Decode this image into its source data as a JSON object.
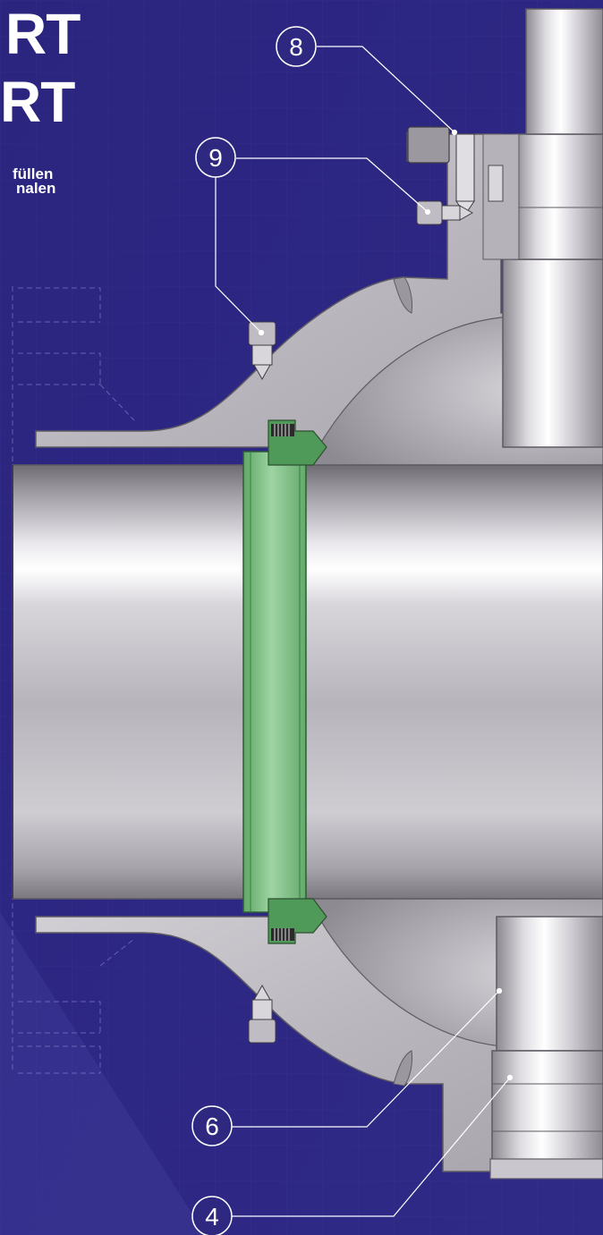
{
  "header": {
    "title_lines": [
      "RT",
      "RT"
    ],
    "subtitle_lines": [
      "füllen",
      "nalen"
    ]
  },
  "callouts": [
    {
      "number": "8"
    },
    {
      "number": "9"
    },
    {
      "number": "6"
    },
    {
      "number": "4"
    }
  ],
  "colors": {
    "background": "#2e2880",
    "background_dark": "#241f6e",
    "background_light": "#3a3496",
    "metal_light": "#e6e4e8",
    "metal_mid": "#bdbac0",
    "metal_dark": "#8e8b93",
    "seat_ring": "#86c28b",
    "seat_ring_dark": "#4f9a58",
    "callout_line": "#ffffff"
  }
}
